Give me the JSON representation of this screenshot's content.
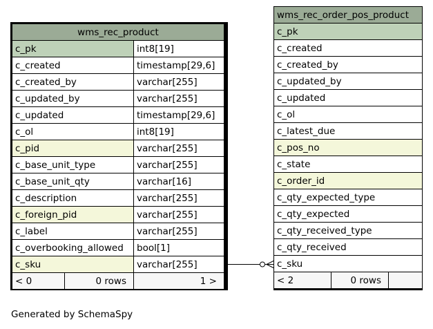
{
  "left_table": {
    "title": "wms_rec_product",
    "rows": [
      {
        "name": "c_pk",
        "type": "int8[19]",
        "kind": "pk"
      },
      {
        "name": "c_created",
        "type": "timestamp[29,6]",
        "kind": "normal"
      },
      {
        "name": "c_created_by",
        "type": "varchar[255]",
        "kind": "normal"
      },
      {
        "name": "c_updated_by",
        "type": "varchar[255]",
        "kind": "normal"
      },
      {
        "name": "c_updated",
        "type": "timestamp[29,6]",
        "kind": "normal"
      },
      {
        "name": "c_ol",
        "type": "int8[19]",
        "kind": "normal"
      },
      {
        "name": "c_pid",
        "type": "varchar[255]",
        "kind": "fk"
      },
      {
        "name": "c_base_unit_type",
        "type": "varchar[255]",
        "kind": "normal"
      },
      {
        "name": "c_base_unit_qty",
        "type": "varchar[16]",
        "kind": "normal"
      },
      {
        "name": "c_description",
        "type": "varchar[255]",
        "kind": "normal"
      },
      {
        "name": "c_foreign_pid",
        "type": "varchar[255]",
        "kind": "fk"
      },
      {
        "name": "c_label",
        "type": "varchar[255]",
        "kind": "normal"
      },
      {
        "name": "c_overbooking_allowed",
        "type": "bool[1]",
        "kind": "normal"
      },
      {
        "name": "c_sku",
        "type": "varchar[255]",
        "kind": "fk"
      }
    ],
    "footer": {
      "parents": "< 0",
      "rows": "0 rows",
      "children": "1 >"
    }
  },
  "right_table": {
    "title": "wms_rec_order_pos_product",
    "rows": [
      {
        "name": "c_pk",
        "kind": "pk"
      },
      {
        "name": "c_created",
        "kind": "normal"
      },
      {
        "name": "c_created_by",
        "kind": "normal"
      },
      {
        "name": "c_updated_by",
        "kind": "normal"
      },
      {
        "name": "c_updated",
        "kind": "normal"
      },
      {
        "name": "c_ol",
        "kind": "normal"
      },
      {
        "name": "c_latest_due",
        "kind": "normal"
      },
      {
        "name": "c_pos_no",
        "kind": "fk"
      },
      {
        "name": "c_state",
        "kind": "normal"
      },
      {
        "name": "c_order_id",
        "kind": "fk"
      },
      {
        "name": "c_qty_expected_type",
        "kind": "normal"
      },
      {
        "name": "c_qty_expected",
        "kind": "normal"
      },
      {
        "name": "c_qty_received_type",
        "kind": "normal"
      },
      {
        "name": "c_qty_received",
        "kind": "normal"
      },
      {
        "name": "c_sku",
        "kind": "normal"
      }
    ],
    "footer": {
      "parents": "< 2",
      "rows": "0 rows",
      "children": ""
    }
  },
  "relationship": {
    "from": "wms_rec_product.c_sku",
    "to": "wms_rec_order_pos_product.c_sku"
  },
  "generated_by": "Generated by SchemaSpy"
}
